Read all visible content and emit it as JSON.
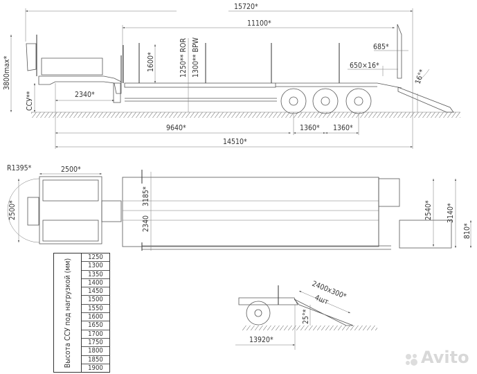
{
  "side_view": {
    "overall_length": "15720*",
    "platform_length": "11100*",
    "stake_height": "1600*",
    "deck_height_ror": "1250** ROR",
    "deck_height_bpw": "1300** BPW",
    "max_height": "3800max*",
    "fifth_wheel_height": "ССУ**",
    "kingpin_setback": "2340*",
    "gooseneck_to_axle": "9640*",
    "axle_spacing_1": "1360*",
    "axle_spacing_2": "1360*",
    "kingpin_to_rear": "14510*",
    "ramp_support_height": "685*",
    "ramp_size": "650×16*",
    "ramp_angle": "16°*"
  },
  "top_view": {
    "swing_radius": "R1395*",
    "gooseneck_length": "2500*",
    "gooseneck_width": "2500*",
    "inner_width_1": "2340",
    "inner_width_2": "3185*",
    "outer_width": "2540*",
    "ramp_width_total": "3140*",
    "ramp_width": "810*"
  },
  "ramp_detail": {
    "ramp_dims": "2400x300*",
    "ramp_count": "4шт",
    "ramp_angle": "25°*",
    "total_length": "13920*"
  },
  "height_table": {
    "header": "Высота ССУ под нагрузкой (мм)",
    "values": [
      "1250",
      "1300",
      "1350",
      "1400",
      "1450",
      "1500",
      "1550",
      "1600",
      "1650",
      "1700",
      "1750",
      "1800",
      "1850",
      "1900"
    ]
  },
  "watermark": {
    "text": "Avito"
  }
}
